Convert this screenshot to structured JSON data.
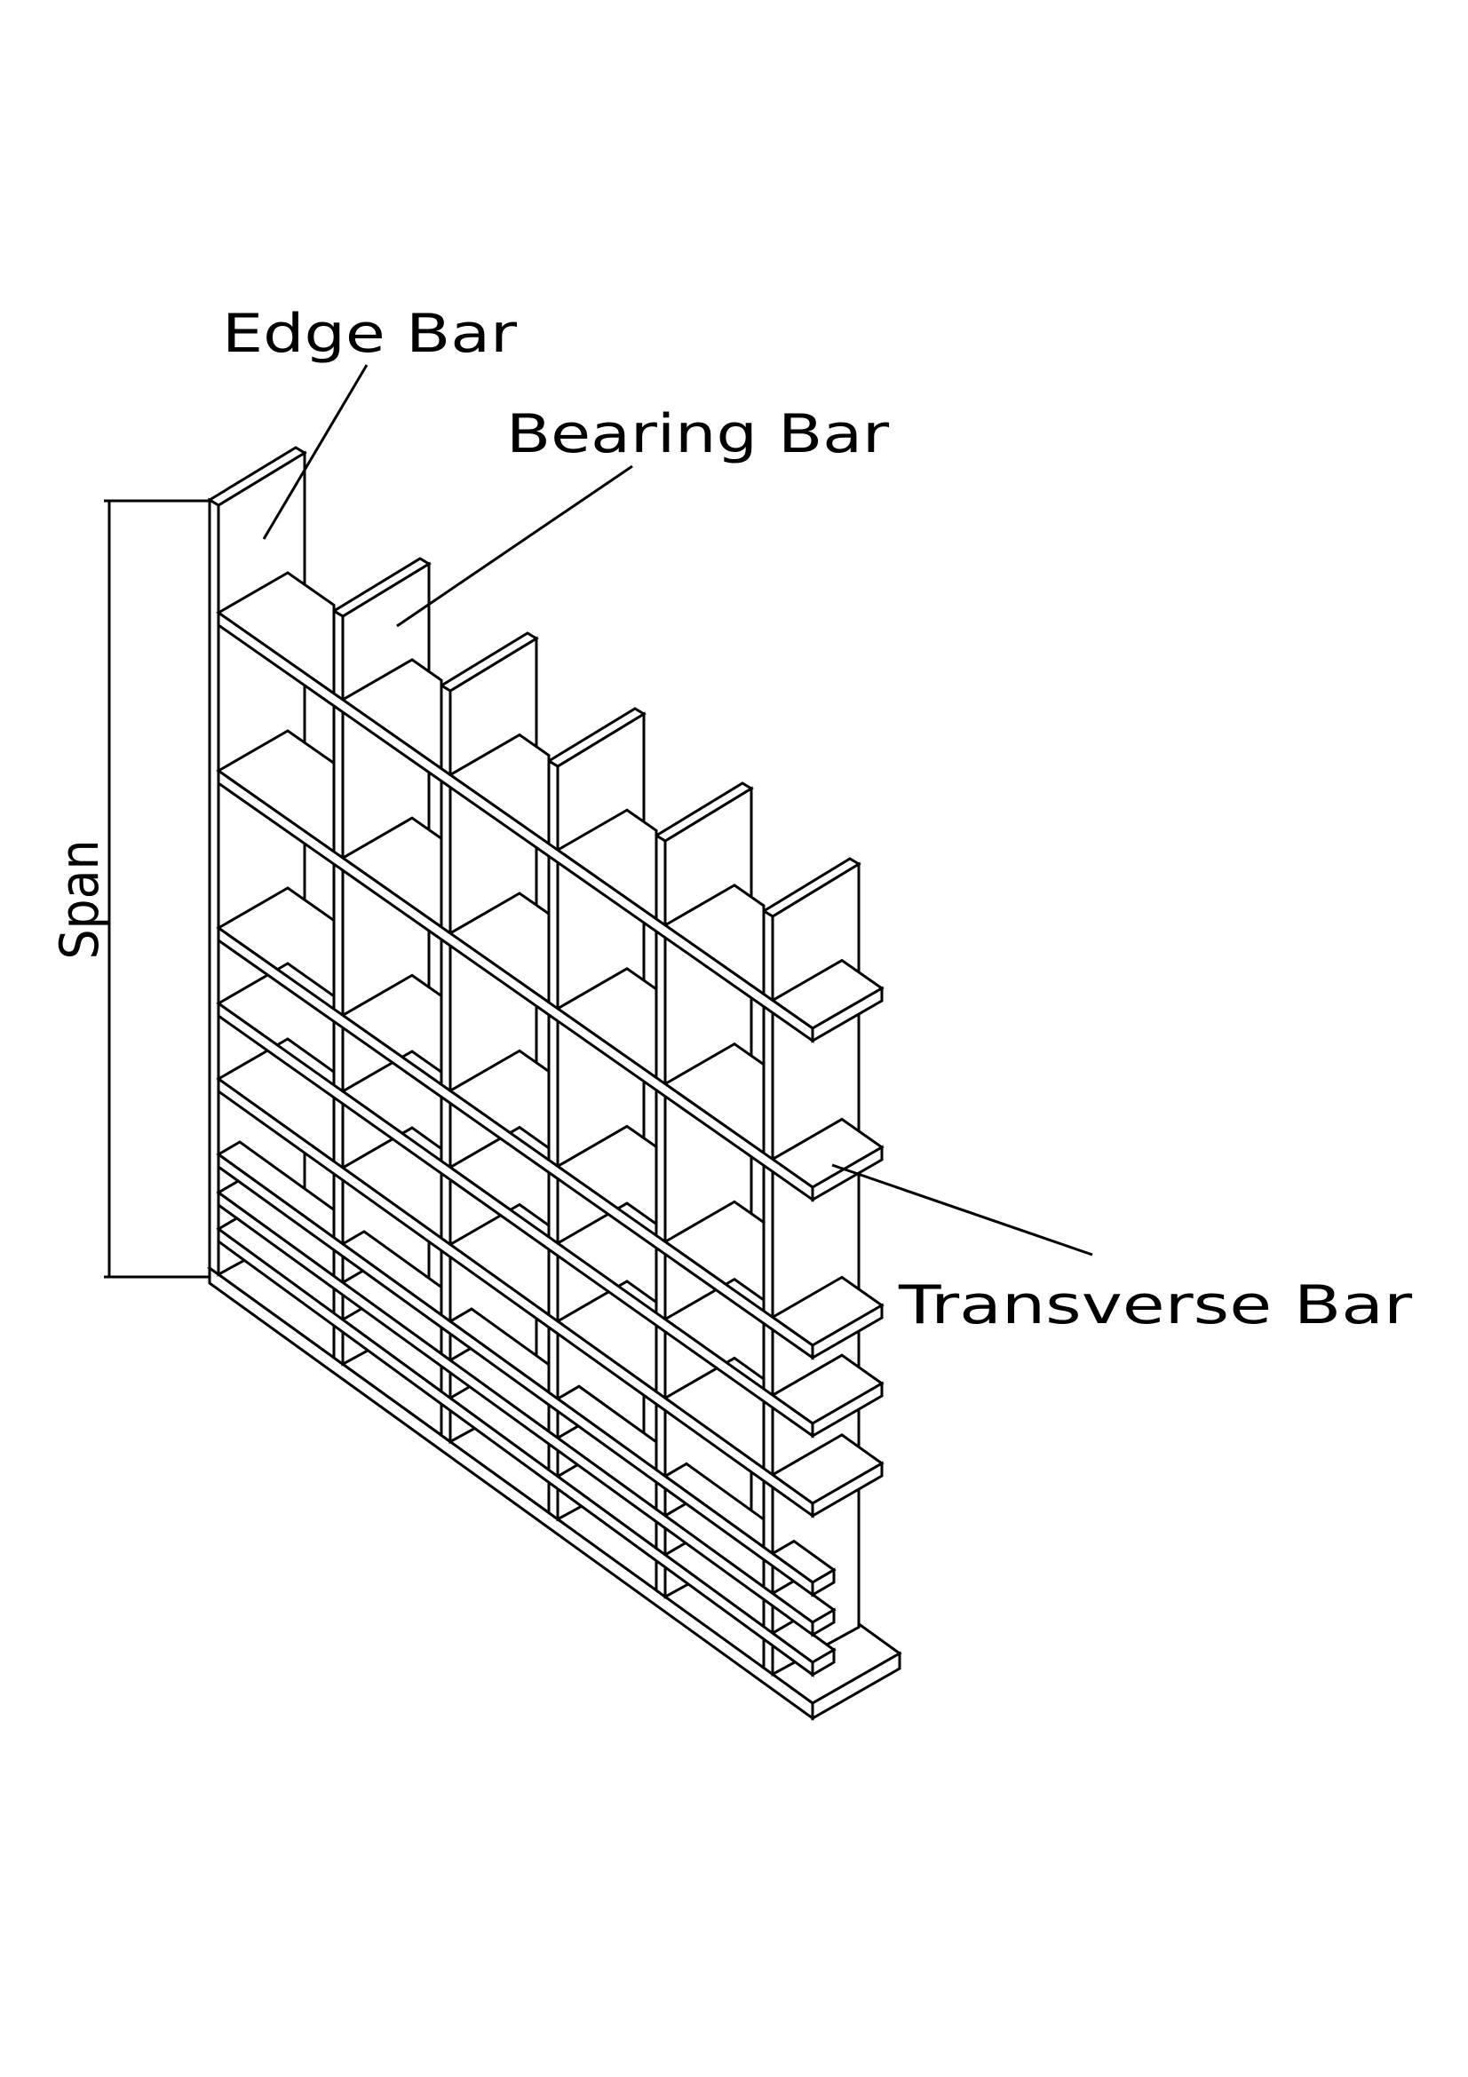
{
  "labels": {
    "edge_bar": "Edge Bar",
    "bearing_bar": "Bearing Bar",
    "transverse_bar": "Transverse Bar",
    "span": "Span"
  },
  "colors": {
    "line": "#000000",
    "background": "#ffffff"
  }
}
